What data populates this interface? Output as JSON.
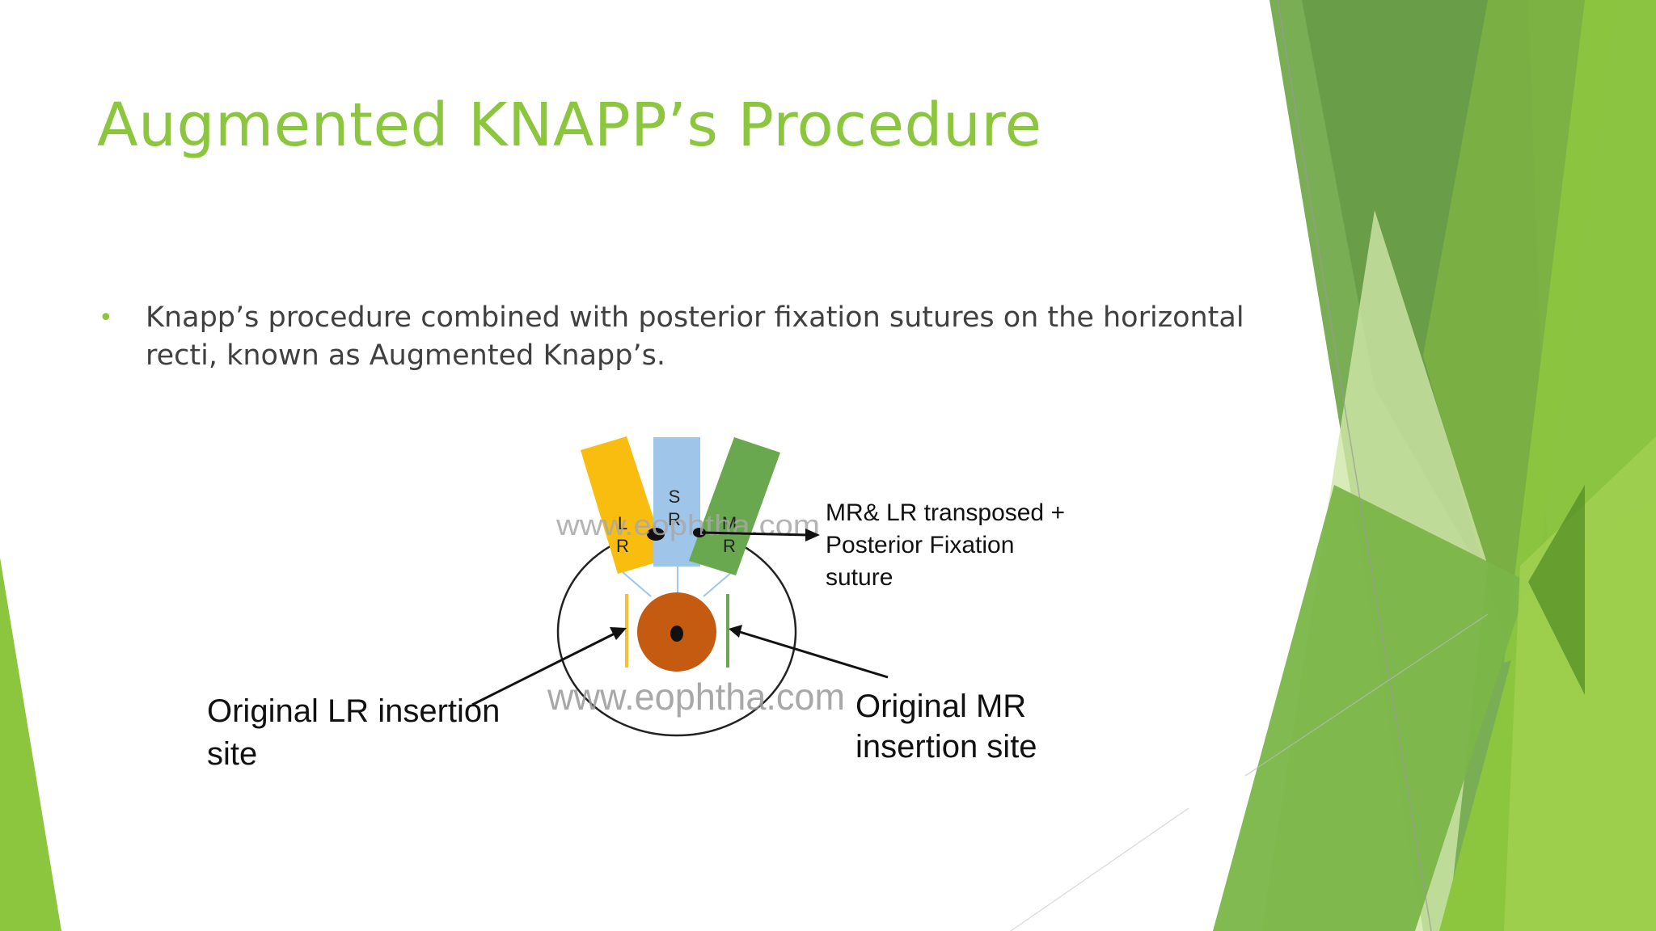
{
  "slide": {
    "title": "Augmented KNAPP’s Procedure",
    "bullets": [
      "Knapp’s procedure combined with posterior fixation sutures on the horizontal recti, known as Augmented Knapp’s."
    ]
  },
  "diagram": {
    "muscles": [
      {
        "label_line1": "L",
        "label_line2": "R",
        "color": "#f9bd10"
      },
      {
        "label_line1": "S",
        "label_line2": "R",
        "color": "#9fc5e8"
      },
      {
        "label_line1": "M",
        "label_line2": "R",
        "color": "#6aa84f"
      }
    ],
    "watermark": "www.eophtha.com",
    "labels": {
      "transposed_line1": "MR& LR transposed +",
      "transposed_line2": "Posterior Fixation",
      "transposed_line3": "suture",
      "lr_line1": "Original LR insertion",
      "lr_line2": "site",
      "mr_line1": "Original MR",
      "mr_line2": "insertion site"
    },
    "colors": {
      "cornea": "#c55a11",
      "lr_insertion": "#f1c232",
      "mr_insertion": "#6aa84f"
    }
  },
  "theme": {
    "accent": "#8cc63f"
  }
}
